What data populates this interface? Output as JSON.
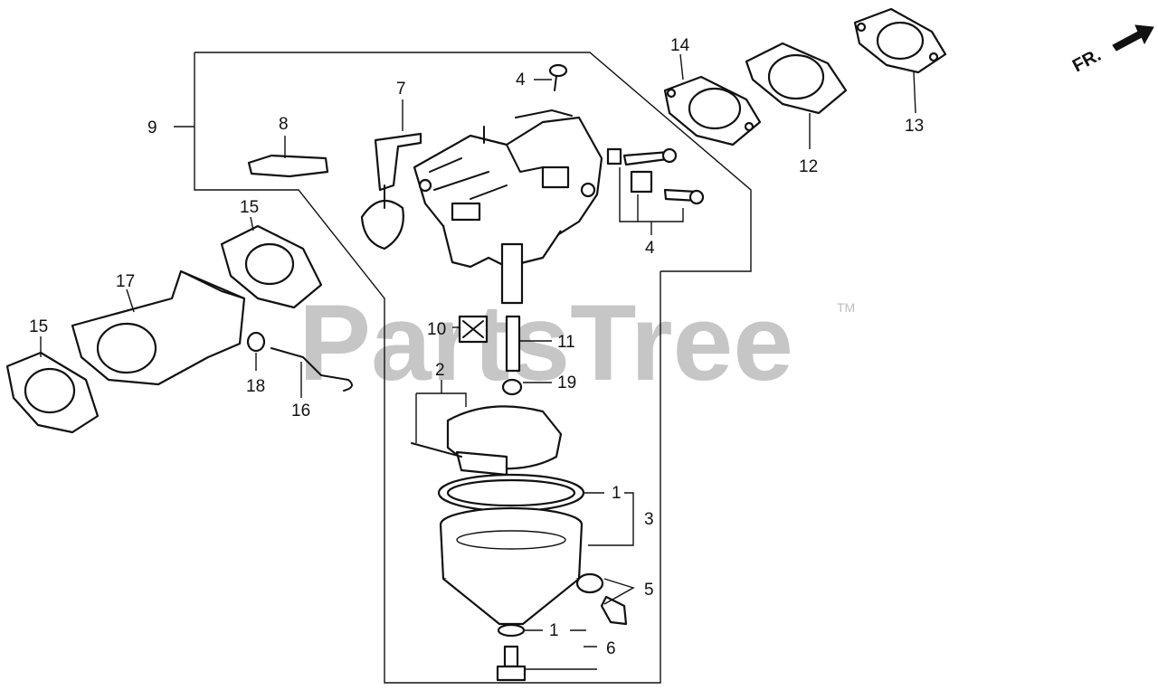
{
  "watermark": {
    "text": "PartsTree",
    "trademark": "TM"
  },
  "direction_marker": {
    "text": "FR."
  },
  "callouts": {
    "c1a": "1",
    "c1b": "1",
    "c2": "2",
    "c3": "3",
    "c4a": "4",
    "c4b": "4",
    "c5": "5",
    "c6": "6",
    "c7": "7",
    "c8": "8",
    "c9": "9",
    "c10": "10",
    "c11": "11",
    "c12": "12",
    "c13": "13",
    "c14": "14",
    "c15a": "15",
    "c15b": "15",
    "c16": "16",
    "c17": "17",
    "c18": "18",
    "c19": "19"
  }
}
